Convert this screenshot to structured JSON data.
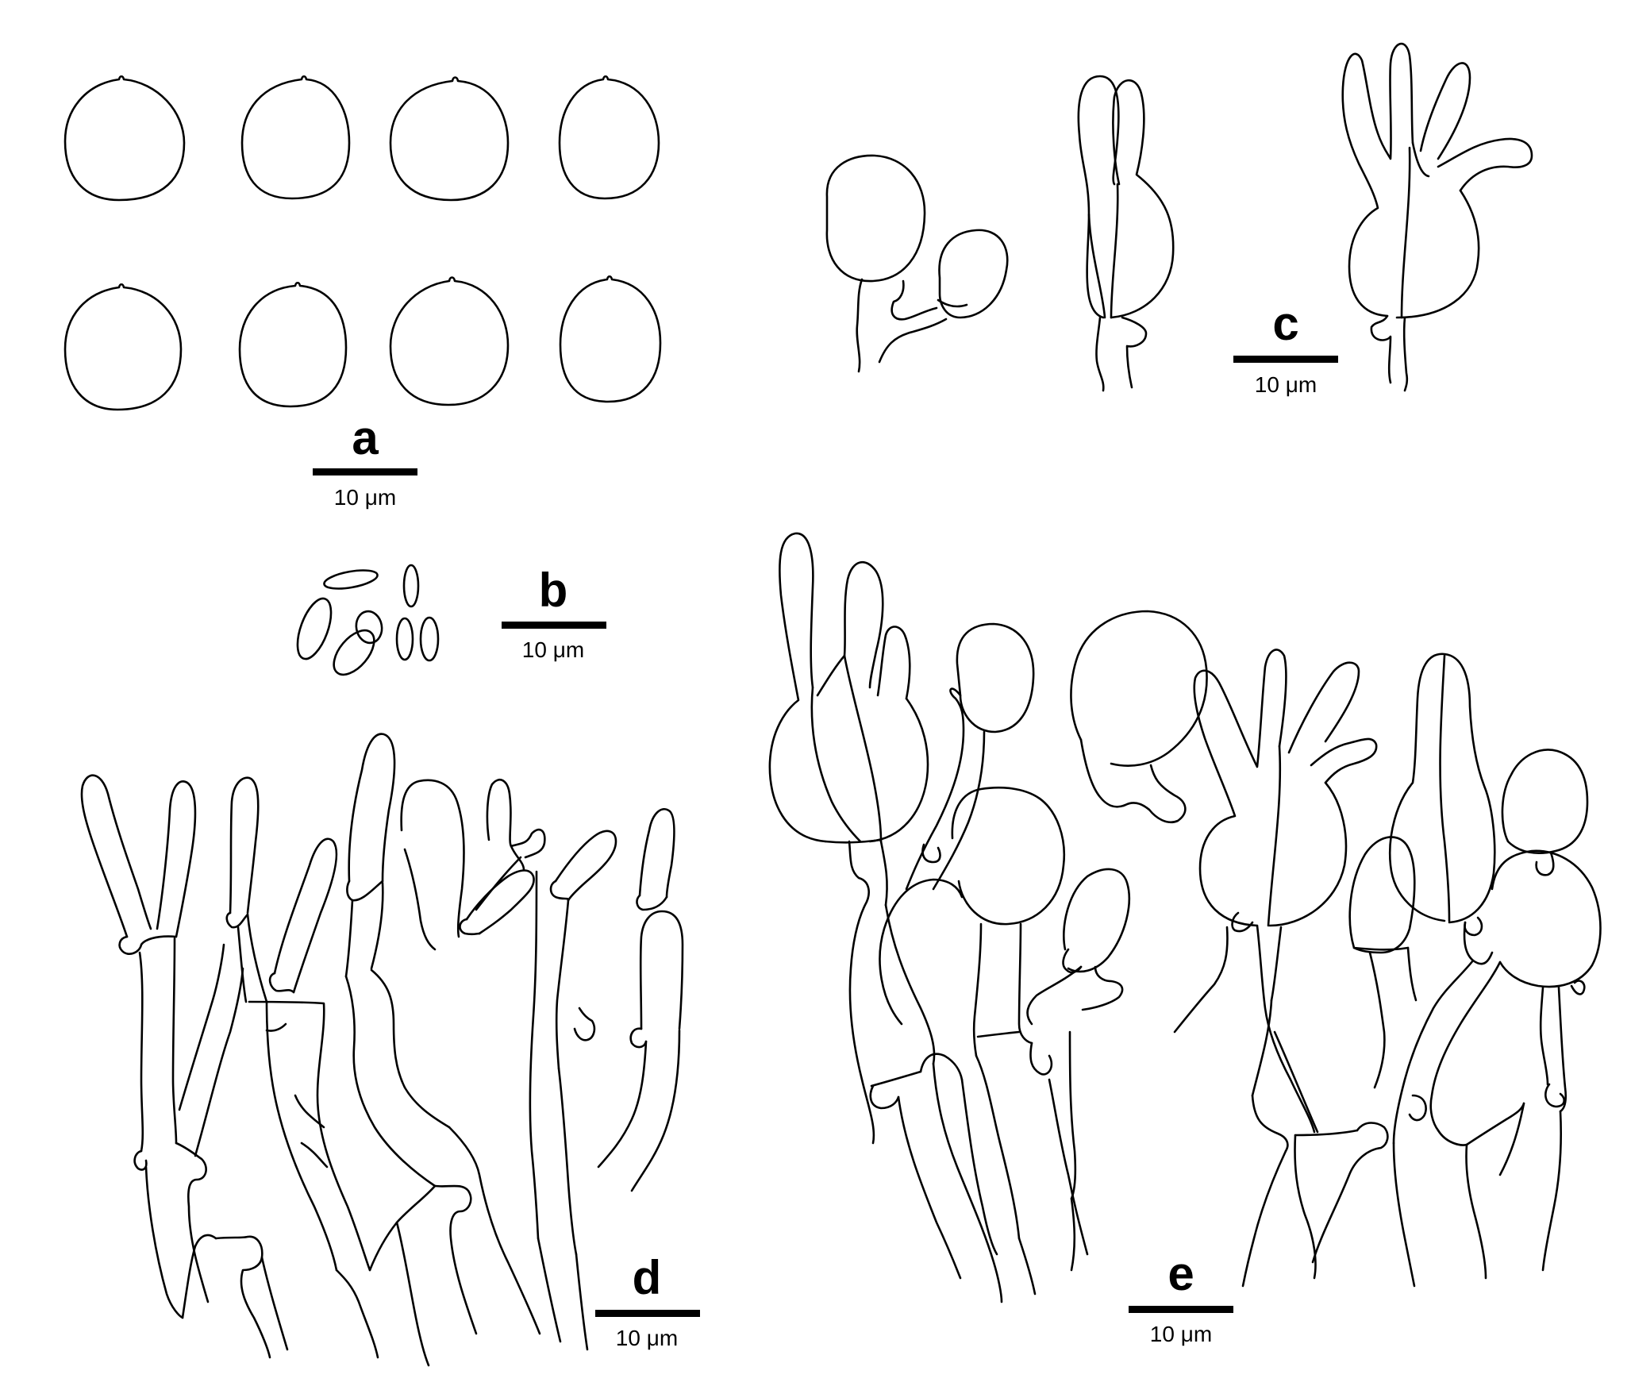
{
  "panels": {
    "a": {
      "label": "a",
      "scale": "10 μm"
    },
    "b": {
      "label": "b",
      "scale": "10 μm"
    },
    "c": {
      "label": "c",
      "scale": "10 μm"
    },
    "d": {
      "label": "d",
      "scale": "10 μm"
    },
    "e": {
      "label": "e",
      "scale": "10 μm"
    }
  },
  "colors": {
    "ink": "#000000",
    "paper": "#ffffff"
  }
}
